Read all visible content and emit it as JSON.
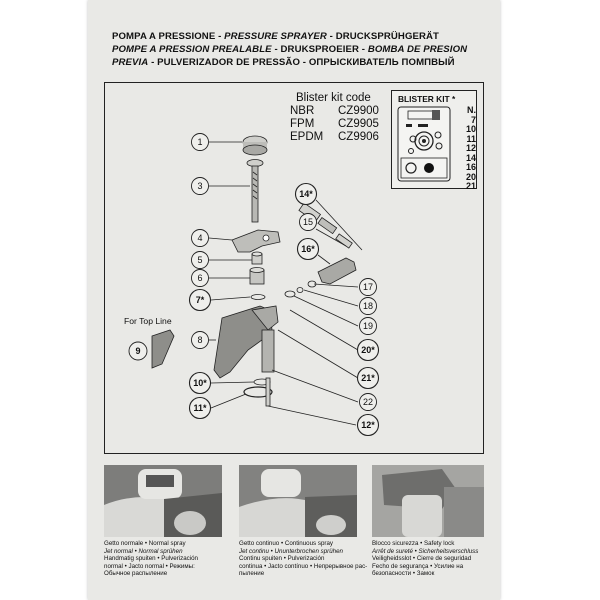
{
  "header": {
    "line1_a": "POMPA A PRESSIONE - ",
    "line1_b": "PRESSURE SPRAYER",
    "line1_c": " - DRUCKSPRÜHGERÄT",
    "line2_a": "POMPE A PRESSION PREALABLE",
    "line2_b": " - DRUKSPROEIER - ",
    "line2_c": "BOMBA DE PRESION",
    "line3_a": "PREVIA",
    "line3_b": " - PULVERIZADOR DE PRESSÃO - ОПРЫСКИВАТЕЛЬ ПОМПВЫЙ"
  },
  "kit_codes": {
    "heading": "Blister kit code",
    "rows": [
      {
        "material": "NBR",
        "code": "CZ9900"
      },
      {
        "material": "FPM",
        "code": "CZ9905"
      },
      {
        "material": "EPDM",
        "code": "CZ9906"
      }
    ]
  },
  "blister": {
    "title": "BLISTER KIT *",
    "n_label": "N.",
    "numbers": [
      "7",
      "10",
      "11",
      "12",
      "14",
      "16",
      "20",
      "21"
    ]
  },
  "diagram": {
    "top_line_label": "For Top Line",
    "parts": [
      "1",
      "3",
      "4",
      "5",
      "6",
      "7*",
      "8",
      "9",
      "10*",
      "11*",
      "12*",
      "14*",
      "15",
      "16*",
      "17",
      "18",
      "19",
      "20*",
      "21*",
      "22"
    ]
  },
  "captions": [
    {
      "lines": [
        "Getto normale • Normal spray",
        "Jet normal • Normal sprühen",
        "Handmatig spuiten • Pulverización",
        "normal • Jacto normal • Режимы:",
        "Обычное распыление"
      ]
    },
    {
      "lines": [
        "Getto continuo • Continuous spray",
        "Jet continu • Ununterbrochen sprühen",
        "Continu spuiten • Pulverización",
        "continua • Jacto contínuo • Непрерывное рас-",
        "пыление"
      ]
    },
    {
      "lines": [
        "Blocco sicurezza • Safety lock",
        "Arrêt de sureté • Sicherheitsverschluss",
        "Veiligheidsslot • Cierre de seguridad",
        "Fecho de segurança • Усилие на",
        "безопасности • Замок"
      ]
    }
  ]
}
